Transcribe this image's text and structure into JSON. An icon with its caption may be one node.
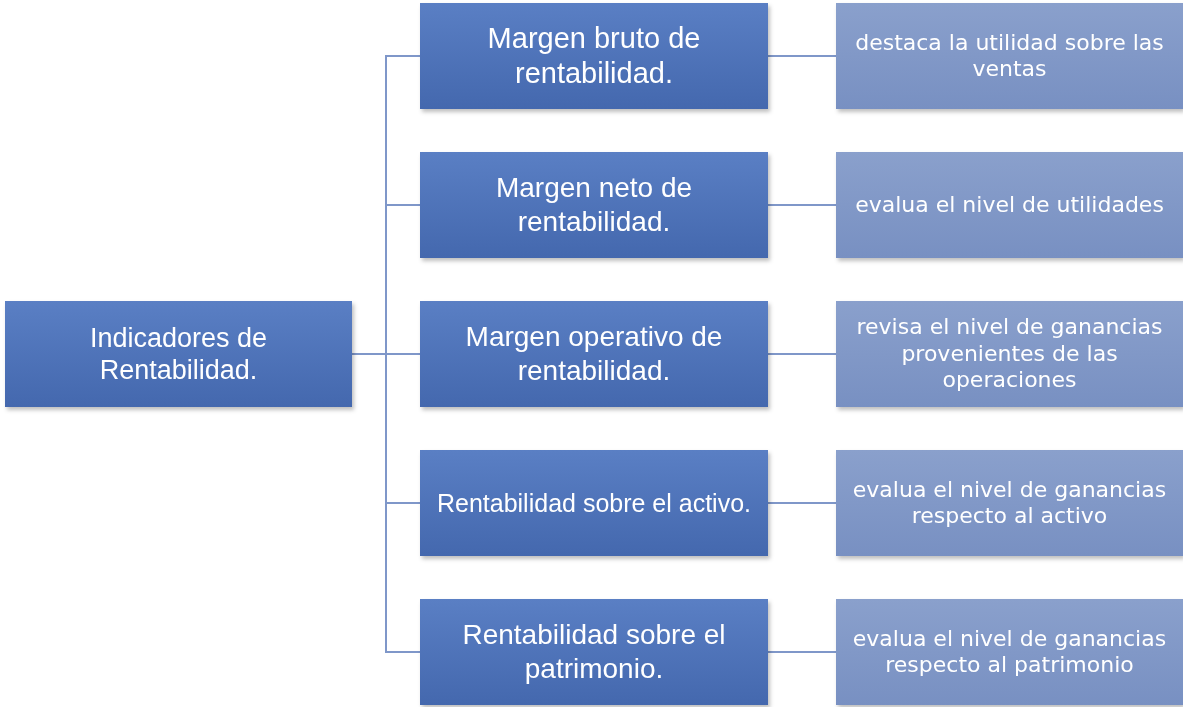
{
  "diagram": {
    "nodes": [
      {
        "text": [
          "Indicadores de Rentabilidad."
        ]
      },
      {
        "text": [
          "Margen bruto de rentabilidad."
        ]
      },
      {
        "text": [
          "destaca la utilidad sobre las ventas"
        ]
      },
      {
        "text": [
          "Margen neto de rentabilidad."
        ]
      },
      {
        "text": [
          "evalua el nivel de utilidades"
        ]
      },
      {
        "text": [
          "Margen operativo de rentabilidad."
        ]
      },
      {
        "text": [
          "revisa el nivel de ganancias provenientes de las operaciones"
        ]
      },
      {
        "text": [
          "Rentabilidad sobre el activo."
        ]
      },
      {
        "text": [
          "evalua el nivel de ganancias respecto al activo"
        ]
      },
      {
        "text": [
          "Rentabilidad sobre el patrimonio."
        ]
      },
      {
        "text": [
          "evalua el nivel de ganancias respecto al patrimonio"
        ]
      }
    ],
    "edges": [
      {
        "from": 0,
        "to": 1,
        "arrow": "none"
      },
      {
        "from": 0,
        "to": 3,
        "arrow": "none"
      },
      {
        "from": 0,
        "to": 5,
        "arrow": "none"
      },
      {
        "from": 0,
        "to": 7,
        "arrow": "none"
      },
      {
        "from": 0,
        "to": 9,
        "arrow": "none"
      },
      {
        "from": 1,
        "to": 2,
        "arrow": "none"
      },
      {
        "from": 3,
        "to": 4,
        "arrow": "none"
      },
      {
        "from": 5,
        "to": 6,
        "arrow": "none"
      },
      {
        "from": 7,
        "to": 8,
        "arrow": "none"
      },
      {
        "from": 9,
        "to": 10,
        "arrow": "none"
      }
    ]
  }
}
